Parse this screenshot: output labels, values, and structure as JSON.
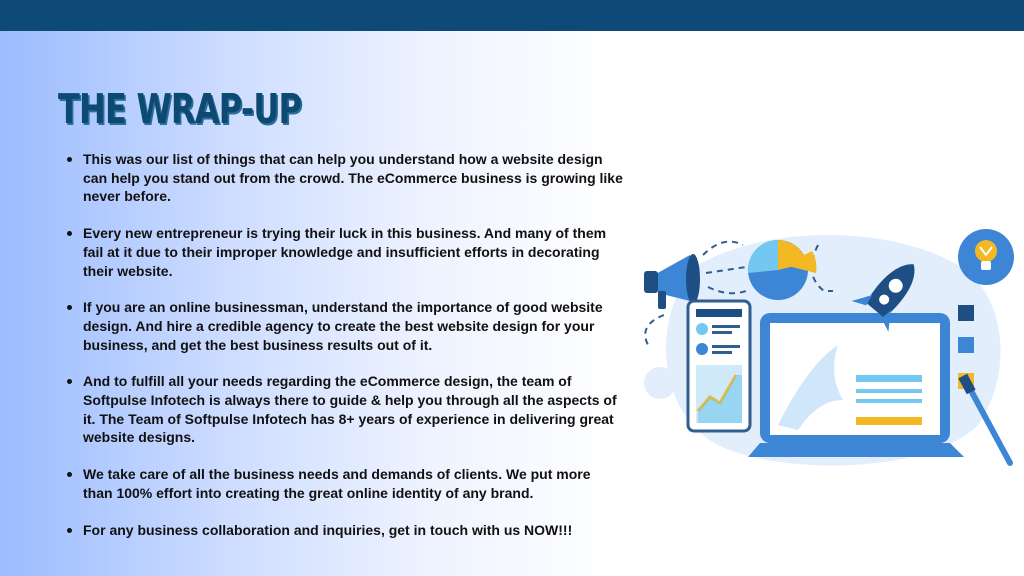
{
  "title": "THE WRAP-UP",
  "bullets": [
    "This was our list of things that can help you understand how a website design can help you stand out from the crowd. The eCommerce business is growing like never before.",
    "Every new entrepreneur is trying their luck in this business. And many of them fail at it due to their improper knowledge and insufficient efforts in decorating their website.",
    "If you are an online businessman, understand the importance of good website design. And hire a credible agency to create the best website design for your business, and get the best business results out of it.",
    "And to fulfill all your needs regarding the eCommerce design, the team of Softpulse Infotech is always there to guide & help you through all the aspects of it. The Team of Softpulse Infotech has 8+ years of experience in delivering great website designs.",
    "We take care of all the business needs and demands of clients. We put more than 100% effort into creating the great online identity of any brand.",
    " For any business collaboration and inquiries, get in touch with us NOW!!!"
  ],
  "colors": {
    "header_bar": "#0e4a78",
    "title": "#0d4a72",
    "accent_blue": "#3d86d6",
    "accent_yellow": "#f4b823"
  },
  "illustration_icons": [
    "megaphone-icon",
    "pie-chart-icon",
    "rocket-icon",
    "lightbulb-icon",
    "laptop-icon",
    "paintbrush-icon"
  ]
}
